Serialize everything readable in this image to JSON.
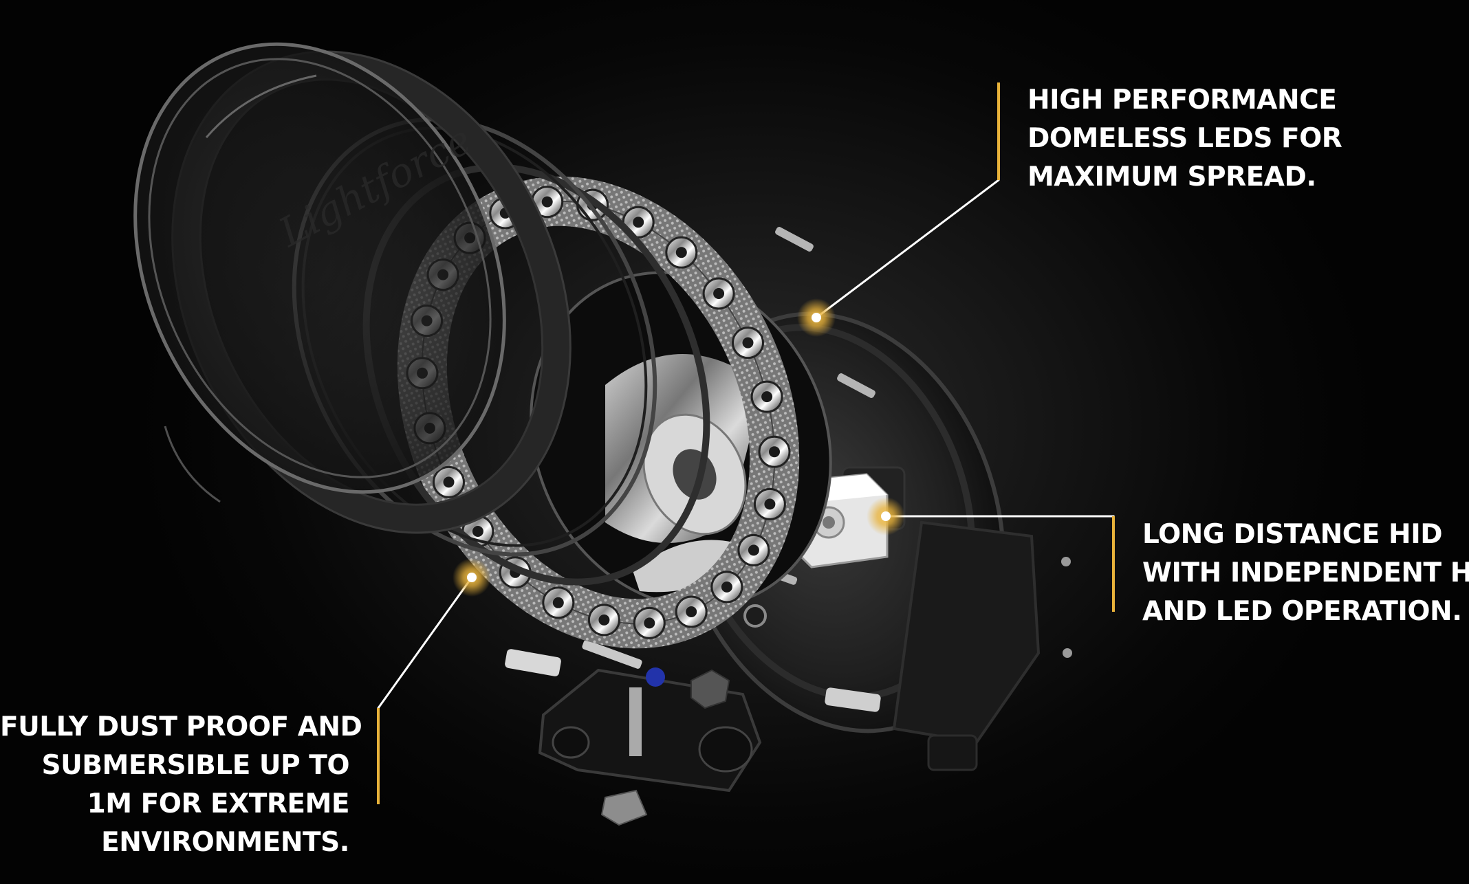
{
  "callouts": {
    "top": {
      "lines": [
        "HIGH PERFORMANCE",
        "DOMELESS LEDS FOR",
        "MAXIMUM SPREAD."
      ]
    },
    "right": {
      "lines": [
        "LONG DISTANCE HID",
        "WITH INDEPENDENT HID",
        "AND LED OPERATION."
      ]
    },
    "left": {
      "lines": [
        "FULLY DUST PROOF AND",
        "SUBMERSIBLE UP TO",
        "1M FOR EXTREME",
        "ENVIRONMENTS."
      ]
    }
  },
  "logo_text": "Lightforce",
  "colors": {
    "accent": "#e8b23a",
    "text": "#ffffff",
    "background": "#0a0a0a"
  }
}
